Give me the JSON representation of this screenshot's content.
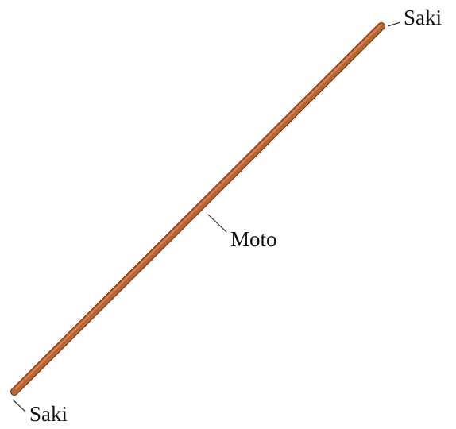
{
  "diagram": {
    "labels": {
      "top_end": "Saki",
      "middle": "Moto",
      "bottom_end": "Saki"
    },
    "colors": {
      "staff_dark": "#8a3b19",
      "staff_mid": "#b45a2b",
      "staff_light": "#d28a5a",
      "leader": "#333333"
    }
  }
}
